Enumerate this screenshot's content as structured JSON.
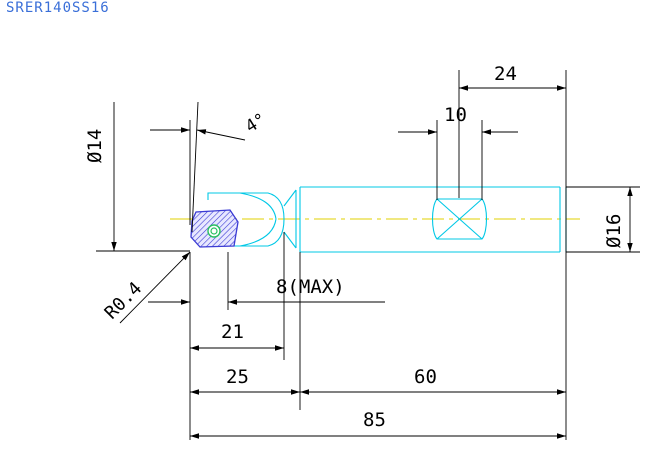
{
  "drawing": {
    "part_code": "SRER140SS16",
    "colors": {
      "title": "#3a6fd8",
      "outline": "#00c8e6",
      "centerline": "#e0d000",
      "dimension": "#000000",
      "insert_hatch": "#3b3bd4",
      "insert_fill": "#e8e8ff",
      "screw": "#28c060"
    },
    "dimensions": {
      "dia_reach": "Ø14",
      "angle": "4°",
      "radius": "R0.4",
      "flat_width": "10",
      "flat_length": "24",
      "shank_dia": "Ø16",
      "max_depth": "8(MAX)",
      "head_length": "21",
      "neck_length": "25",
      "shank_length": "60",
      "overall_length": "85"
    }
  }
}
